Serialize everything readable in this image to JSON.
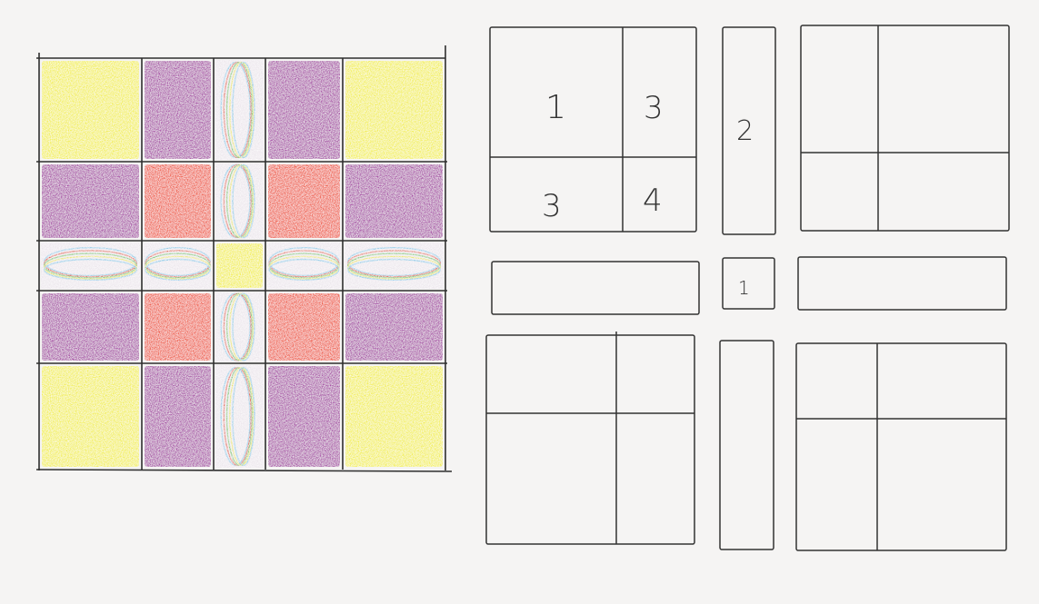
{
  "colors": {
    "paper": "#f5f4f3",
    "pencil": "#2e2e2e",
    "yellow": "#f2ee43",
    "purple": "#a43fa3",
    "red": "#ee5035",
    "sash_blue": "#7ec4e6",
    "sash_red": "#e0523c",
    "sash_green": "#6cc060",
    "sash_yellow": "#e9e350"
  },
  "colored_block": {
    "rows": [
      [
        "yellow",
        "purple",
        "sash",
        "purple",
        "yellow"
      ],
      [
        "purple",
        "red",
        "sash",
        "red",
        "purple"
      ],
      [
        "sash",
        "sash",
        "yellow",
        "sash",
        "sash"
      ],
      [
        "purple",
        "red",
        "sash",
        "red",
        "purple"
      ],
      [
        "yellow",
        "purple",
        "sash",
        "purple",
        "yellow"
      ]
    ]
  },
  "diagram_labels": {
    "quadrant_patch_1": "1",
    "quadrant_patch_3_top": "3",
    "quadrant_patch_3_bottom": "3",
    "quadrant_patch_4": "4",
    "sashing_strip": "2",
    "cornerstone": "1"
  }
}
